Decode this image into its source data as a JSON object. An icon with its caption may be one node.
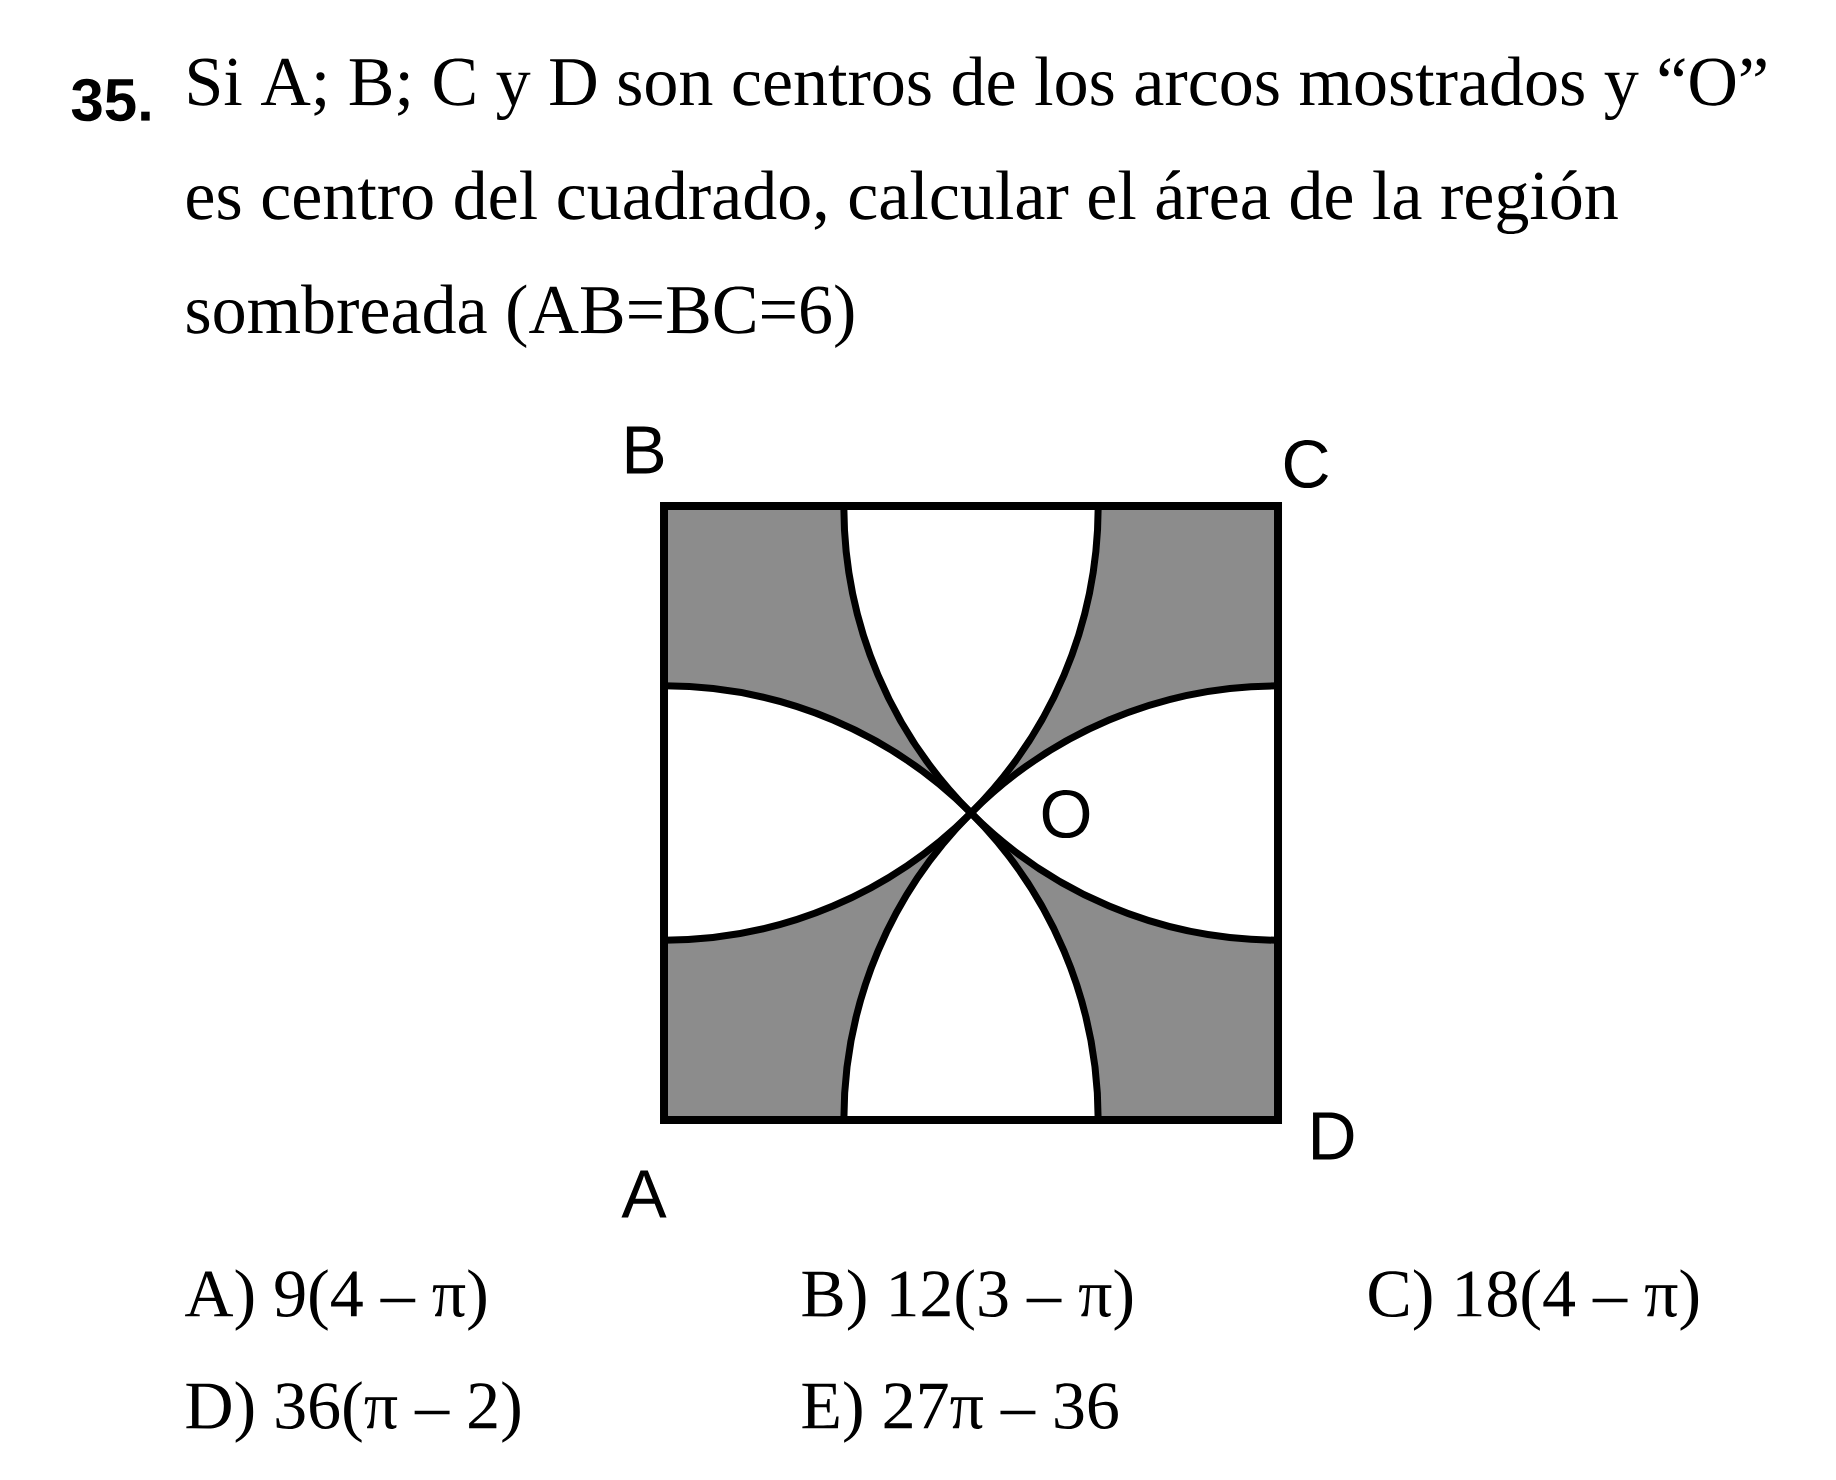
{
  "diagram": {
    "labels": [
      "35.",
      "Si A; B; C y D son centros de los arcos mostrados y “O” es centro del cuadrado, calcular el área de la región sombreada (AB=BC=6)",
      "B",
      "C",
      "O",
      "D",
      "A",
      "A) 9(4 – π)",
      "B) 12(3 – π)",
      "C) 18(4 – π)",
      "D) 36(π – 2)",
      "E) 27π – 36"
    ]
  }
}
